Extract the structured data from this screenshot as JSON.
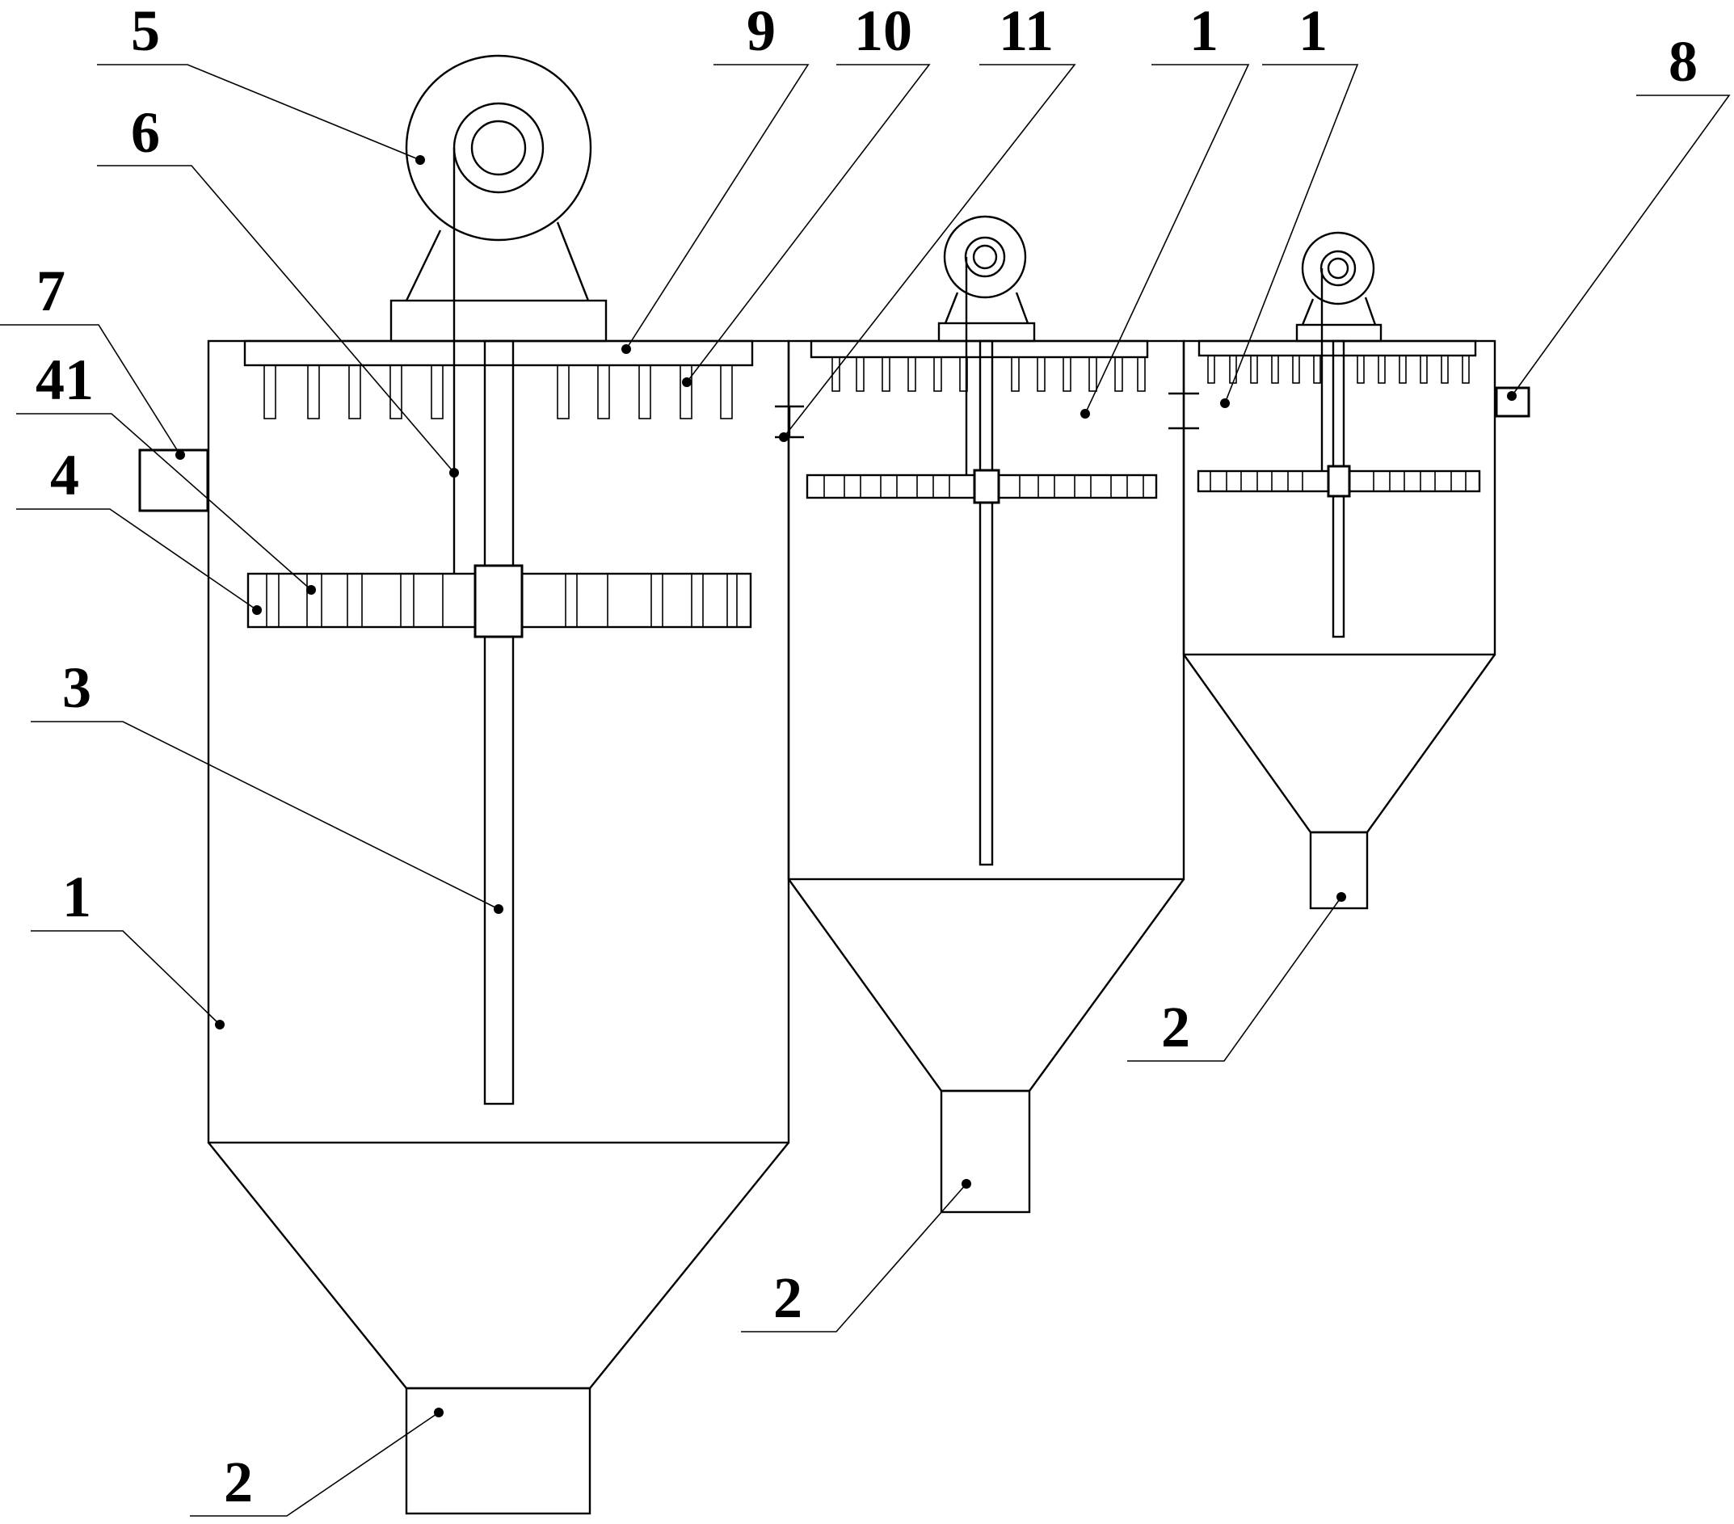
{
  "labels": {
    "l5": "5",
    "l9": "9",
    "l10": "10",
    "l11": "11",
    "l1a": "1",
    "l1b": "1",
    "l8": "8",
    "l6": "6",
    "l7": "7",
    "l41": "41",
    "l4": "4",
    "l3": "3",
    "l1c": "1",
    "l2a": "2",
    "l2b": "2",
    "l2c": "2"
  }
}
